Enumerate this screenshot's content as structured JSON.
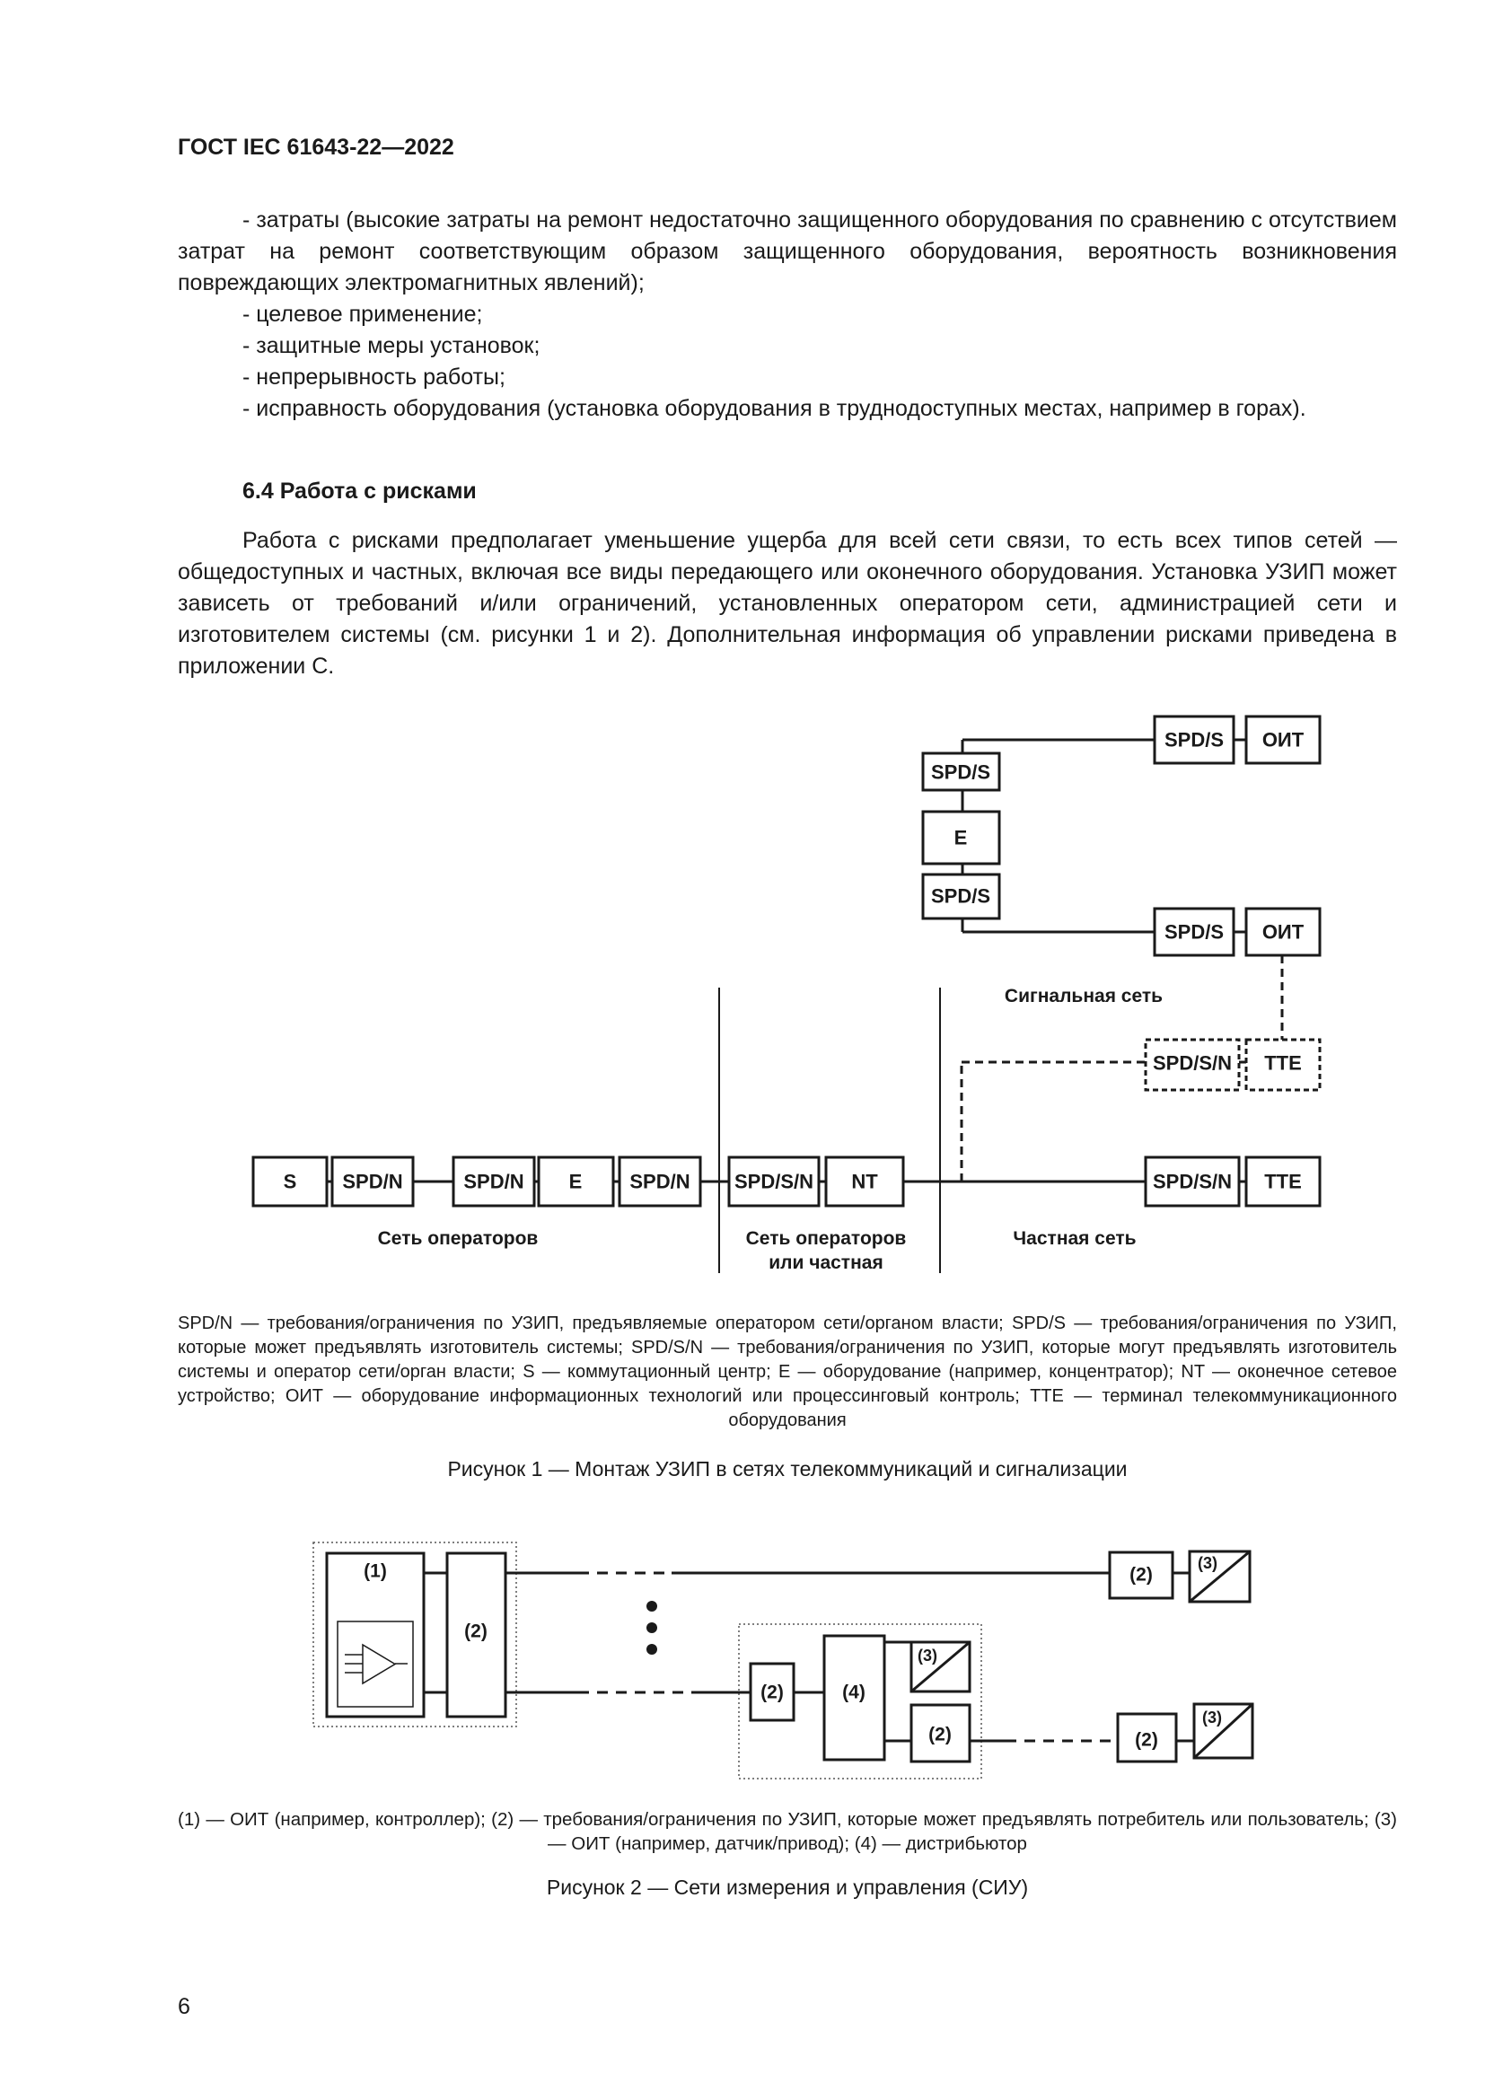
{
  "header": {
    "doc_id": "ГОСТ IEC 61643-22—2022"
  },
  "list_items": [
    "- затраты (высокие затраты на ремонт недостаточно защищенного оборудования по сравнению с отсутствием затрат на ремонт соответствующим образом защищенного оборудования, вероятность возникновения повреждающих электромагнитных явлений);",
    "- целевое применение;",
    "- защитные меры установок;",
    "- непрерывность работы;",
    "- исправность оборудования (установка оборудования в труднодоступных местах, например в горах)."
  ],
  "section": {
    "title": "6.4 Работа с рисками",
    "paragraph": "Работа с рисками предполагает уменьшение ущерба для всей сети связи, то есть всех типов сетей — общедоступных и частных, включая все виды передающего или оконечного оборудования. Установка УЗИП может зависеть от требований и/или ограничений, установленных оператором сети, администрацией сети и изготовителем системы (см. рисунки 1 и 2). Дополнительная информация об управлении рисками приведена в приложении С."
  },
  "figure1": {
    "blocks": {
      "s": "S",
      "spd_n": "SPD/N",
      "e": "E",
      "spd_s_n": "SPD/S/N",
      "nt": "NT",
      "spd_s": "SPD/S",
      "oit": "ОИТ",
      "tte": "TTE"
    },
    "zones": {
      "operators": "Сеть операторов",
      "operators_or_private_1": "Сеть операторов",
      "operators_or_private_2": "или частная",
      "private": "Частная сеть",
      "signal": "Сигнальная сеть"
    },
    "legend": "SPD/N — требования/ограничения по УЗИП, предъявляемые оператором сети/органом власти; SPD/S — требования/ограничения по УЗИП, которые может предъявлять изготовитель системы; SPD/S/N — требования/ограничения по УЗИП, которые могут предъявлять изготовитель системы и оператор сети/орган власти; S — коммутационный центр; E — оборудование (например, концентратор); NT — оконечное сетевое устройство; ОИТ — оборудование информационных технологий или процессинговый контроль; TTE — терминал телекоммуникационного оборудования",
    "caption": "Рисунок 1 — Монтаж УЗИП в сетях телекоммуникаций и сигнализации"
  },
  "figure2": {
    "labels": {
      "n1": "(1)",
      "n2": "(2)",
      "n3": "(3)",
      "n4": "(4)"
    },
    "legend": "(1) — ОИТ (например, контроллер); (2) — требования/ограничения по УЗИП, которые может предъявлять потребитель или пользователь; (3) — ОИТ (например, датчик/привод); (4) — дистрибьютор",
    "caption": "Рисунок 2 — Сети измерения и управления (СИУ)"
  },
  "page_number": "6"
}
